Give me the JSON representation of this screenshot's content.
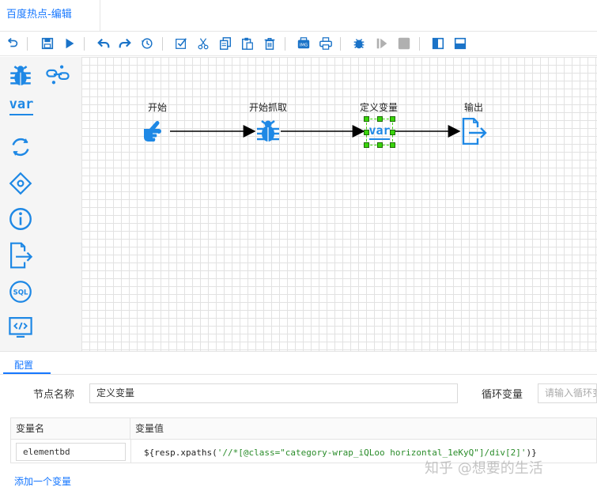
{
  "tab": {
    "title": "百度热点-编辑"
  },
  "toolbar": {
    "icons": [
      "undo-back-icon",
      "save-icon",
      "run-icon",
      "undo-icon",
      "redo-icon",
      "history-icon",
      "check-icon",
      "cut-icon",
      "copy-icon",
      "paste-icon",
      "delete-icon",
      "export-image-icon",
      "print-icon",
      "debug-icon",
      "step-icon",
      "stop-icon",
      "layout-left-icon",
      "layout-bottom-icon"
    ]
  },
  "sidebar": {
    "items": [
      {
        "icon": "spider-icon"
      },
      {
        "icon": "link-icon"
      },
      {
        "icon": "var-icon",
        "label": "var"
      },
      {
        "icon": "loop-icon"
      },
      {
        "icon": "condition-icon"
      },
      {
        "icon": "info-icon"
      },
      {
        "icon": "output-icon"
      },
      {
        "icon": "sql-icon",
        "label": "SQL"
      },
      {
        "icon": "code-icon"
      }
    ]
  },
  "flow": {
    "nodes": [
      {
        "label": "开始",
        "icon": "hand-pointer-icon"
      },
      {
        "label": "开始抓取",
        "icon": "spider-icon"
      },
      {
        "label": "定义变量",
        "icon": "var-icon",
        "icon_text": "var",
        "selected": true
      },
      {
        "label": "输出",
        "icon": "output-icon"
      }
    ]
  },
  "panel": {
    "tab": "配置",
    "node_name_label": "节点名称",
    "node_name_value": "定义变量",
    "loop_var_label": "循环变量",
    "loop_var_placeholder": "请输入循环变",
    "table": {
      "headers": [
        "变量名",
        "变量值"
      ],
      "rows": [
        {
          "name": "elementbd",
          "value_prefix": "${resp.xpaths(",
          "value_string": "'//*[@class=\"category-wrap_iQLoo horizontal_1eKyQ\"]/div[2]'",
          "value_suffix": ")}"
        }
      ]
    },
    "add_link": "添加一个变量"
  },
  "watermark": "知乎 @想要的生活",
  "colors": {
    "accent": "#1677ff",
    "icon_blue": "#1e88e5",
    "toolbar_blue": "#1a73c8",
    "selection_green": "#39d40a",
    "string_green": "#2a8c2a"
  }
}
